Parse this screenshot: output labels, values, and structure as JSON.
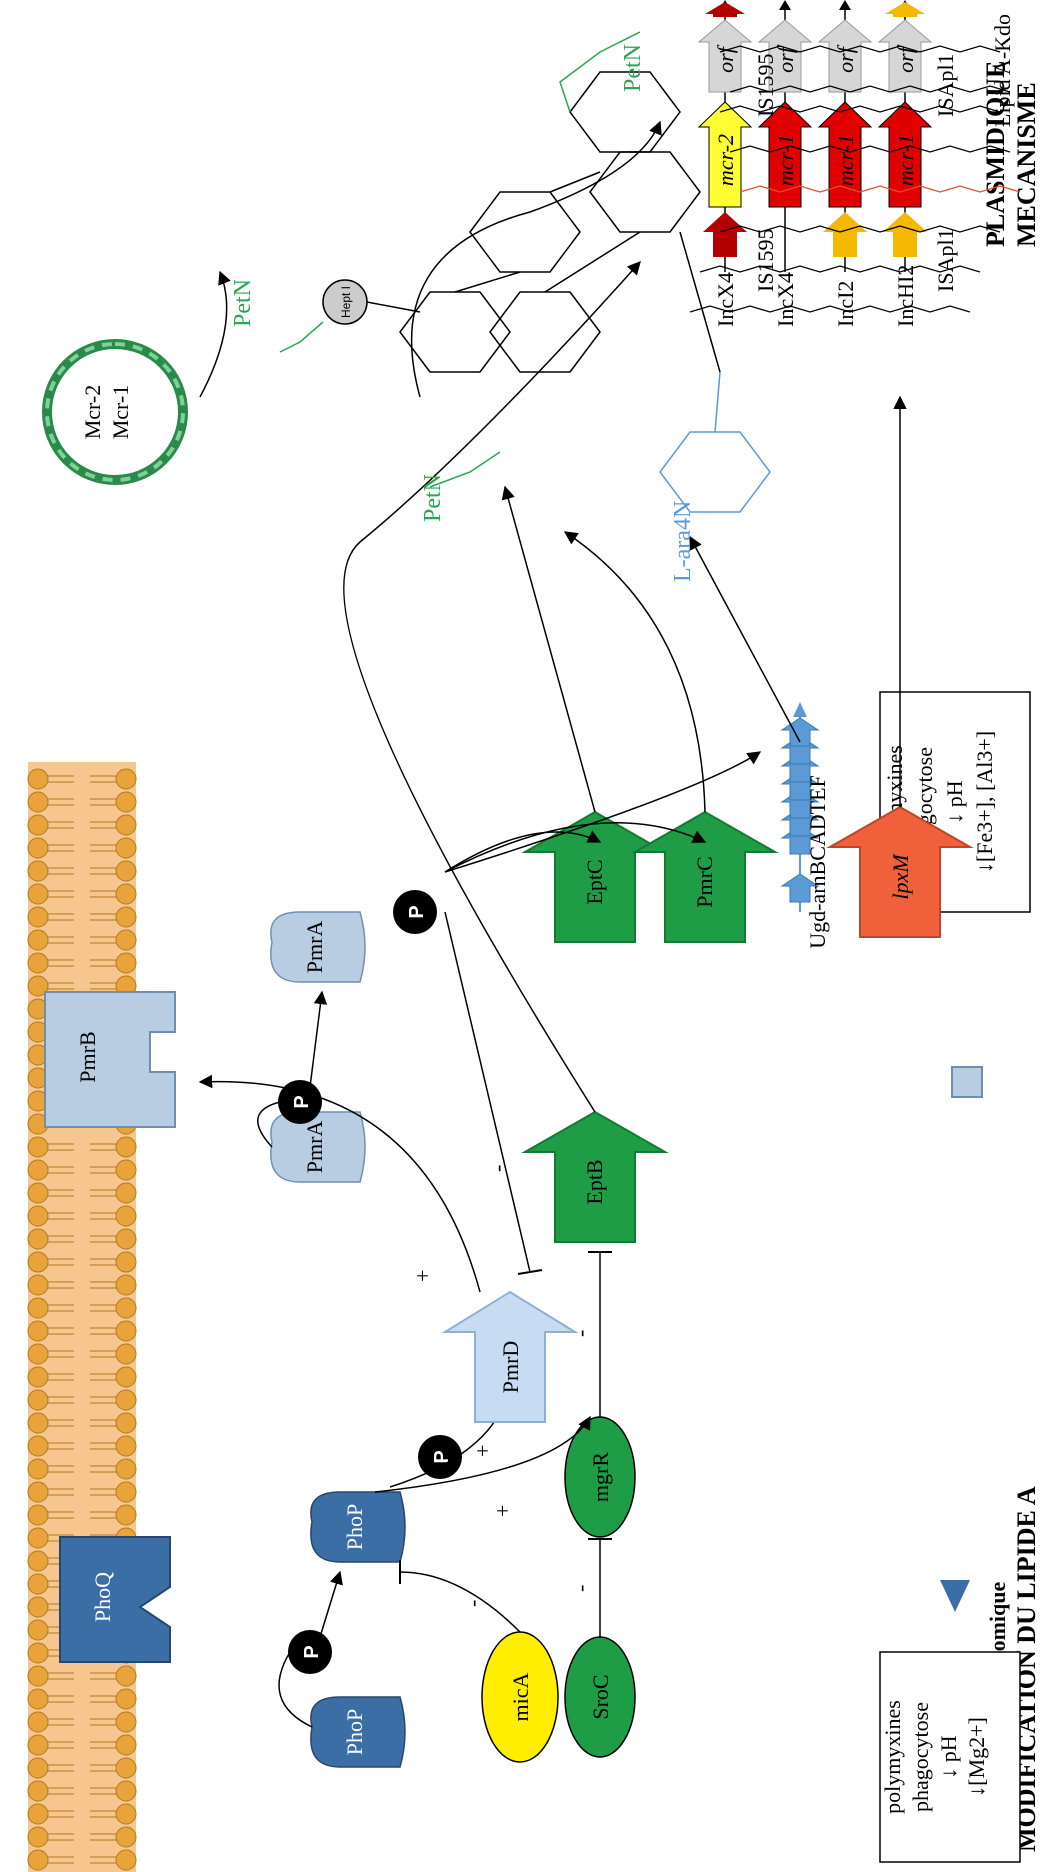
{
  "section_titles": {
    "chromosomal_line1": "MODIFICATION DU LIPIDE A",
    "chromosomal_line2": "Mécanismes chromosomique",
    "plasmid_line1": "MECANISME",
    "plasmid_line2": "PLASMIDIQUE"
  },
  "signal_boxes": {
    "phoq_box": [
      "↓[Mg2+]",
      "↓ pH",
      "phagocytose",
      "polymyxines"
    ],
    "pmrb_box": [
      "↓[Fe3+], [Al3+]",
      "↓ pH",
      "phagocytose",
      "polymyxines"
    ]
  },
  "proteins": {
    "phoq": "PhoQ",
    "pmrb": "PmrB",
    "phop": "PhoP",
    "phop_free": "PhoP",
    "pmra": "PmrA",
    "pmra_free": "PmrA",
    "phospho": "P"
  },
  "genes": {
    "pmrd": "PmrD",
    "eptb": "EptB",
    "eptc": "EptC",
    "pmrc": "PmrC",
    "ugd": "Ugd-arnBCADTEF",
    "lpxm": "lpxM"
  },
  "rna": {
    "mica": "micA",
    "mgrr": "mgrR",
    "sroc": "SroC"
  },
  "signs": {
    "plus": "+",
    "minus": "-"
  },
  "plasmid": {
    "circle_line1": "Mcr-1",
    "circle_line2": "Mcr-2",
    "rows": [
      {
        "inc": "IncHI2",
        "gene": "mcr-1",
        "orf": "orf",
        "left_is": "ISApl1",
        "right_is": "ISApl1"
      },
      {
        "inc": "IncI2",
        "gene": "mcr-1",
        "orf": "orf",
        "left_is": "",
        "right_is": ""
      },
      {
        "inc": "IncX4",
        "gene": "mcr-1",
        "orf": "orf",
        "left_is": "",
        "right_is": ""
      },
      {
        "inc": "IncX4",
        "gene": "mcr-2",
        "orf": "orf",
        "left_is": "IS1595",
        "right_is": "IS1595"
      }
    ]
  },
  "lipid": {
    "petn_top": "PetN",
    "petn_mid": "PetN",
    "petn_bottom": "PetN",
    "l_ara4n": "L-ara4N",
    "hept": "Hept I",
    "name": "Lipid A-Kdo"
  },
  "colors": {
    "membrane": "#f7c68e",
    "lipid_head": "#e8a43a",
    "phoq": "#3b6ea5",
    "pmrb": "#b9cde2",
    "green": "#1e9c46",
    "petn_green": "#2aa653",
    "ara4n_blue": "#5b9bd5",
    "yellow_isapl": "#f5b800",
    "mcr_red": "#e00000",
    "mcr2_yellow": "#ffff33",
    "is1595": "#b30000",
    "orf_grey": "#d6d6d6",
    "lpxm": "#f0603a",
    "mica_yellow": "#ffee00"
  }
}
